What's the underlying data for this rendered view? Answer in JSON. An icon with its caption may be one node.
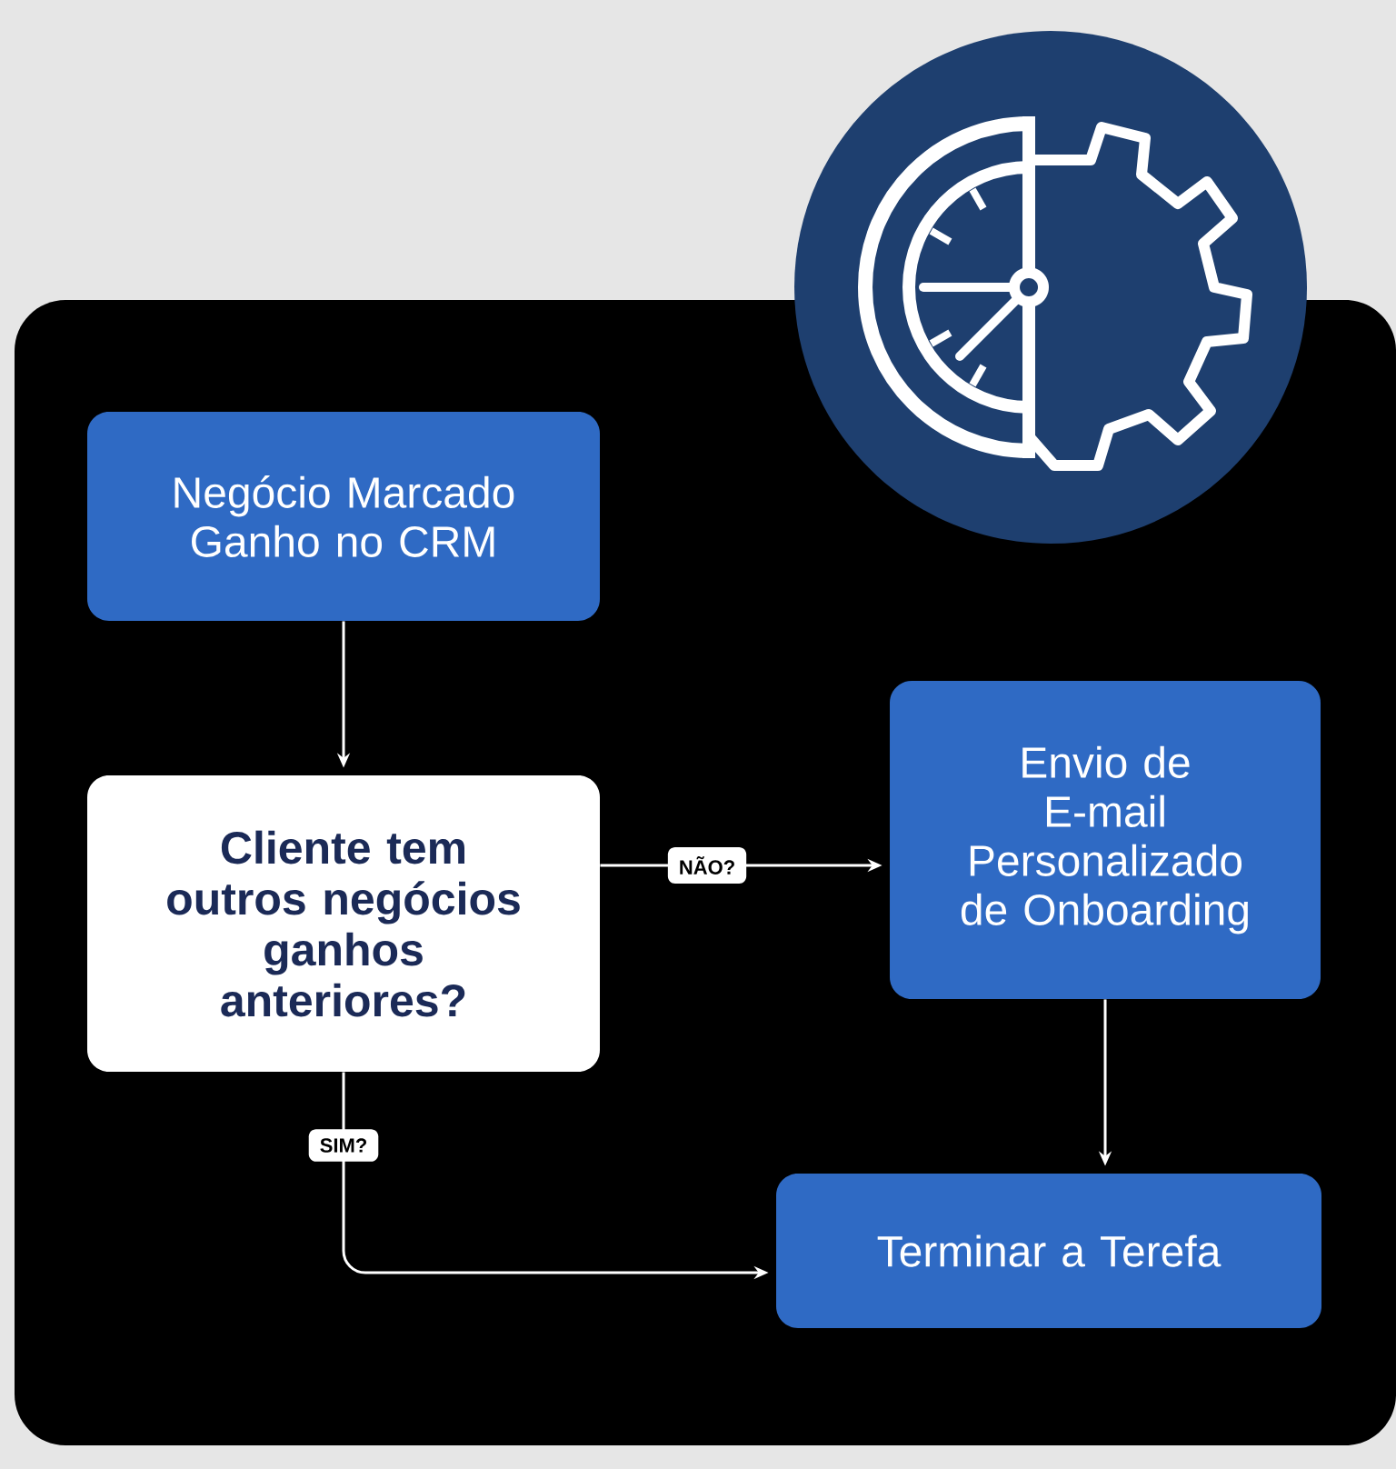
{
  "diagram": {
    "nodes": [
      {
        "text": [
          "Negócio Marcado Ganho no CRM"
        ]
      },
      {
        "text": [
          "Cliente tem outros negócios ganhos anteriores?"
        ]
      },
      {
        "text": [
          "Envio de E-mail Personalizado de Onboarding"
        ]
      },
      {
        "text": [
          "Terminar a Terefa"
        ]
      }
    ],
    "edges": [
      {
        "from": 0,
        "to": 1,
        "arrow": "to"
      },
      {
        "from": 1,
        "to": 2,
        "arrow": "to",
        "label": "NÃO?"
      },
      {
        "from": 1,
        "to": 3,
        "arrow": "to",
        "label": "SIM?"
      },
      {
        "from": 2,
        "to": 3,
        "arrow": "to"
      }
    ]
  }
}
